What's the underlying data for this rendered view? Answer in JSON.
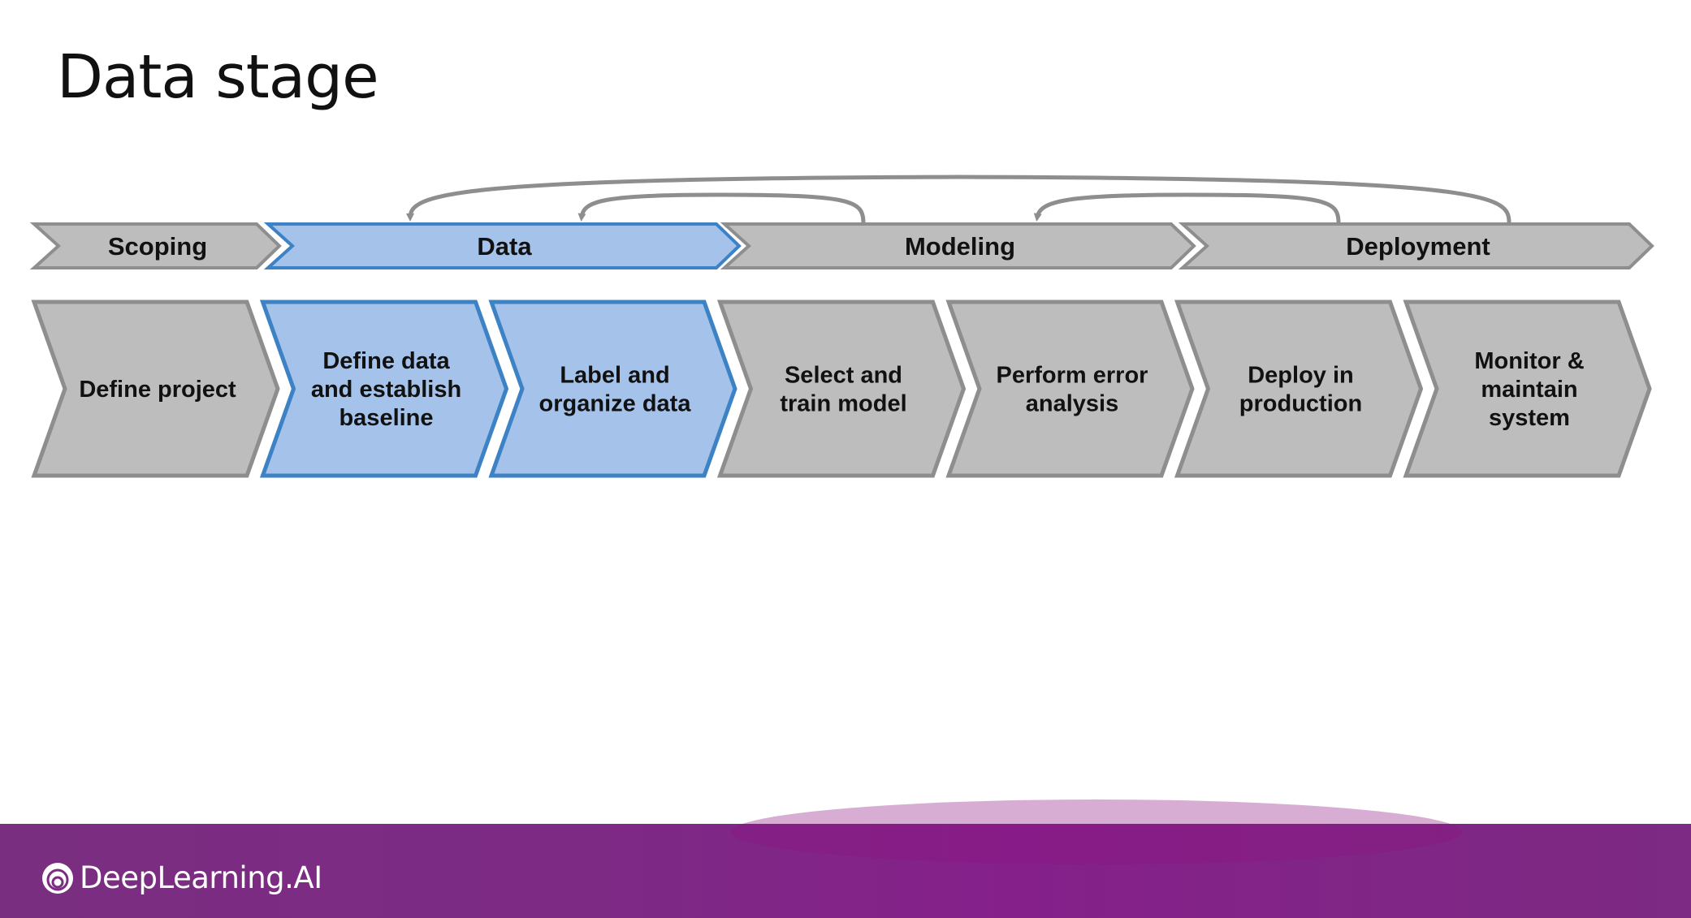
{
  "title": "Data stage",
  "phases": [
    {
      "label": "Scoping",
      "active": false
    },
    {
      "label": "Data",
      "active": true
    },
    {
      "label": "Modeling",
      "active": false
    },
    {
      "label": "Deployment",
      "active": false
    }
  ],
  "steps": [
    {
      "lines": [
        "Define project"
      ],
      "active": false
    },
    {
      "lines": [
        "Define data",
        "and establish",
        "baseline"
      ],
      "active": true
    },
    {
      "lines": [
        "Label and",
        "organize data"
      ],
      "active": true
    },
    {
      "lines": [
        "Select and",
        "train model"
      ],
      "active": false
    },
    {
      "lines": [
        "Perform error",
        "analysis"
      ],
      "active": false
    },
    {
      "lines": [
        "Deploy in",
        "production"
      ],
      "active": false
    },
    {
      "lines": [
        "Monitor &",
        "maintain",
        "system"
      ],
      "active": false
    }
  ],
  "feedback_arrows": [
    {
      "from": "Deployment",
      "to": "Data"
    },
    {
      "from": "Modeling",
      "to": "Data"
    },
    {
      "from": "Deployment",
      "to": "Modeling"
    }
  ],
  "colors": {
    "active_fill": "#a4c2ea",
    "active_stroke": "#3c82c4",
    "inactive_fill": "#bdbdbd",
    "inactive_stroke": "#8e8e8e",
    "footer": "#7d2a85"
  },
  "footer": {
    "brand": "DeepLearning.AI"
  }
}
